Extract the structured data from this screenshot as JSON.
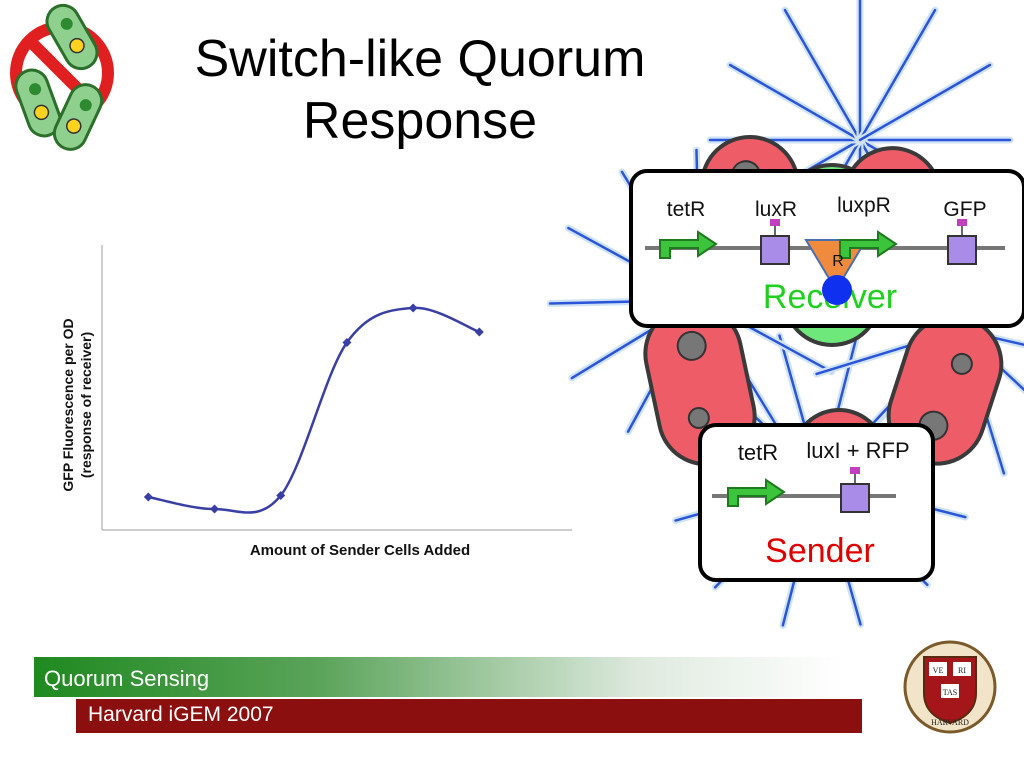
{
  "slide": {
    "title_line1": "Switch-like Quorum",
    "title_line2": "Response",
    "footer_label": "Quorum Sensing",
    "footer_sub": "Harvard iGEM 2007"
  },
  "receiver": {
    "genes": [
      "tetR",
      "luxR",
      "luxpR",
      "GFP"
    ],
    "protein": "R",
    "label": "Receiver"
  },
  "sender": {
    "genes": [
      "tetR",
      "luxI + RFP"
    ],
    "label": "Sender"
  },
  "seal": {
    "motto_parts": [
      "VE",
      "RI",
      "TAS"
    ],
    "name": "HARVARD"
  },
  "colors": {
    "curve": "#3a3fa6",
    "receiver_text": "#1fd01f",
    "sender_text": "#e00000",
    "footer_green": "#1f8a1f",
    "footer_red": "#8b0f0f"
  },
  "chart_data": {
    "type": "line",
    "ylabel": "GFP Fluorescence per OD (response of receiver)",
    "ylabel_lines": [
      "GFP Fluorescence per OD",
      "(response of receiver)"
    ],
    "xlabel": "Amount of Sender Cells Added",
    "x": [
      1,
      2,
      3,
      4,
      5,
      6
    ],
    "values": [
      0.22,
      0.14,
      0.23,
      1.25,
      1.48,
      1.32
    ],
    "ylim": [
      0,
      1.9
    ],
    "xlim": [
      0.3,
      7.4
    ],
    "grid": false,
    "smooth": true
  }
}
